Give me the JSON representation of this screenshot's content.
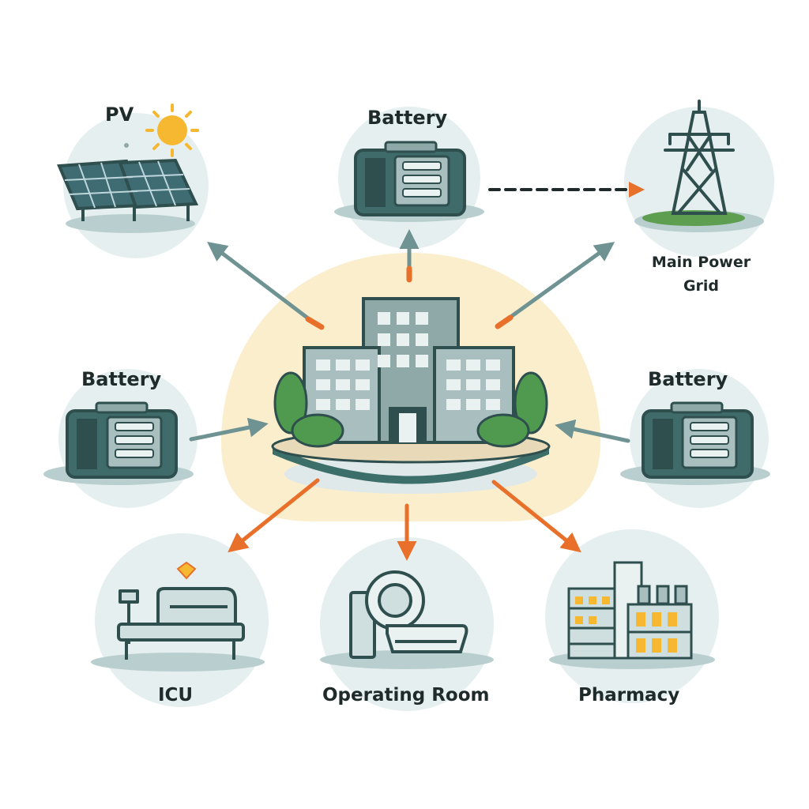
{
  "labels": {
    "pv": "PV",
    "battery_top": "Battery",
    "battery_left": "Battery",
    "battery_right": "Battery",
    "grid_line1": "Main Power",
    "grid_line2": "Grid",
    "icu": "ICU",
    "operating_room": "Operating Room",
    "pharmacy": "Pharmacy"
  },
  "colors": {
    "teal_dark": "#2f4f4f",
    "teal_mid": "#6f9393",
    "blob_light": "#e6efef",
    "shadow": "#b9cfcf",
    "halo": "#fbecc8",
    "arrow_in": "#e8702a",
    "arrow_out": "#6f9393",
    "sun": "#f6b731",
    "tree": "#4f9a4f",
    "grass": "#5e9e50"
  }
}
